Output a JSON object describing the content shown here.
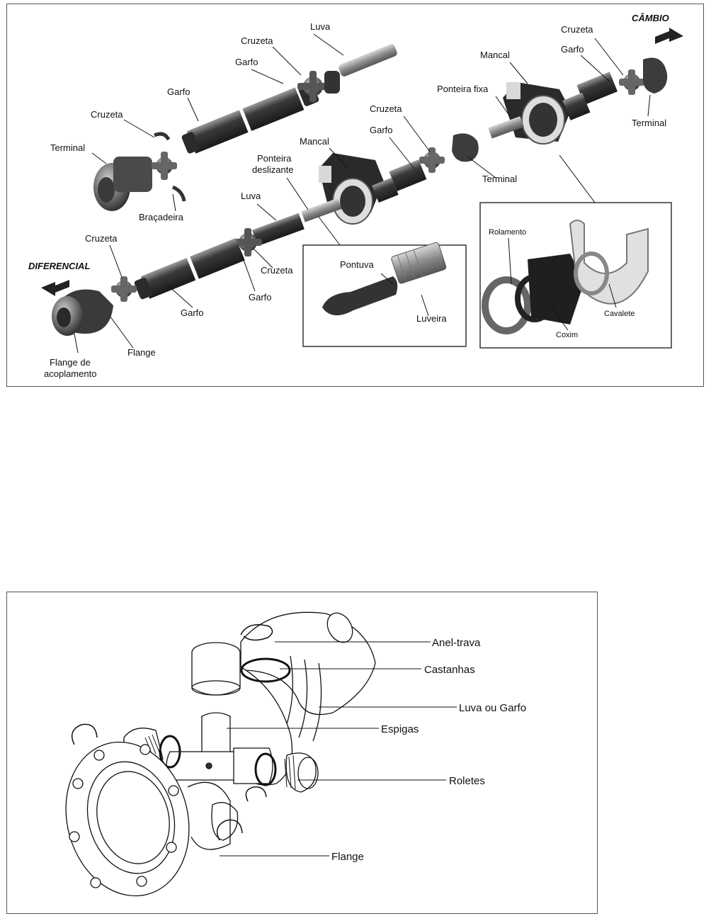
{
  "top_diagram": {
    "direction_labels": {
      "cambio": "CÂMBIO",
      "diferencial": "DIFERENCIAL"
    },
    "labels": {
      "luva_upper": "Luva",
      "cruzeta_upper_left": "Cruzeta",
      "garfo_upper_left": "Garfo",
      "garfo_upper_mid": "Garfo",
      "cruzeta_left_terminal": "Cruzeta",
      "terminal_left": "Terminal",
      "bracadeira": "Braçadeira",
      "mancal_right": "Mancal",
      "ponteira_fixa": "Ponteira fixa",
      "cruzeta_right": "Cruzeta",
      "garfo_right": "Garfo",
      "terminal_right": "Terminal",
      "cruzeta_center": "Cruzeta",
      "garfo_center": "Garfo",
      "terminal_center": "Terminal",
      "mancal_center": "Mancal",
      "ponteira_line1": "Ponteira",
      "ponteira_line2": "deslizante",
      "luva_lower": "Luva",
      "cruzeta_lower_left": "Cruzeta",
      "cruzeta_lower_mid": "Cruzeta",
      "garfo_lower_mid": "Garfo",
      "garfo_lower_left": "Garfo",
      "flange": "Flange",
      "flange_acop_line1": "Flange de",
      "flange_acop_line2": "acoplamento"
    },
    "inset_pontuva": {
      "pontuva": "Pontuva",
      "luveira": "Luveira"
    },
    "inset_mancal": {
      "rolamento": "Rolamento",
      "coxim": "Coxim",
      "cavalete": "Cavalete"
    }
  },
  "bottom_diagram": {
    "labels": {
      "anel_trava": "Anel-trava",
      "castanhas": "Castanhas",
      "luva_garfo": "Luva ou Garfo",
      "espigas": "Espigas",
      "roletes": "Roletes",
      "flange": "Flange"
    }
  }
}
